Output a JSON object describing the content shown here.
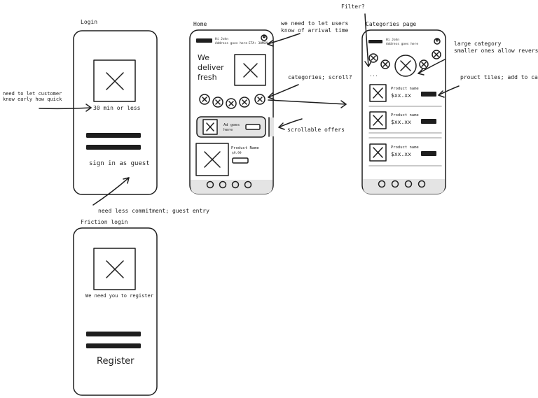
{
  "frames": {
    "login": "Login",
    "home": "Home",
    "categories": "Categories page",
    "friction": "Friction login"
  },
  "login": {
    "tagline": "30 min or less",
    "guest": "sign in as guest"
  },
  "home": {
    "greeting": "Hi John",
    "address": "Address goes here",
    "eta": "ETA: 30MIN",
    "hero_line1": "We",
    "hero_line2": "deliver",
    "hero_line3": "fresh",
    "ad_line1": "Ad goes",
    "ad_line2": "here",
    "product_name": "Product Name",
    "product_price": "$9.99"
  },
  "categories": {
    "greeting": "Hi John",
    "address": "Address goes here",
    "ellipsis": "...",
    "tiles": [
      {
        "name": "Product name",
        "price": "$xx.xx"
      },
      {
        "name": "Product name",
        "price": "$xx.xx"
      },
      {
        "name": "Product name",
        "price": "$xx.xx"
      }
    ]
  },
  "friction": {
    "message": "We need you to register",
    "register": "Register"
  },
  "notes": {
    "early": "need to let customer\nknow early how quick",
    "guest_entry": "need less commitment; guest entry",
    "arrival_1": "we need to let users",
    "arrival_2": "know of arrival time",
    "scroll": "categories; scroll?",
    "offers": "scrollable offers",
    "filter": "Filter?",
    "large_1": "large category",
    "large_2": "smaller ones allow reverse nav",
    "tiles": "prouct tiles; add to cart"
  }
}
